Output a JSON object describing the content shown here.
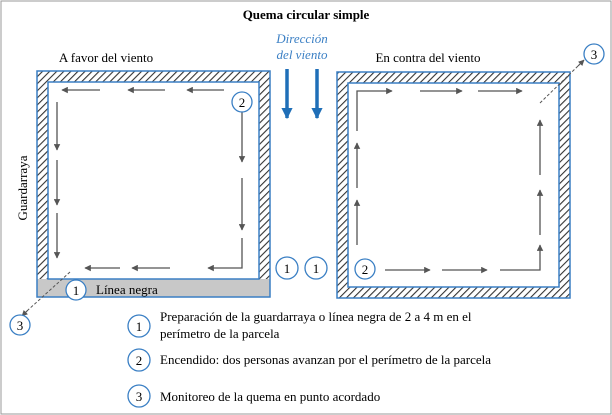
{
  "title": "Quema circular simple",
  "left_panel": {
    "caption": "A favor del viento",
    "side_label": "Guardarraya",
    "black_line_label": "Línea negra"
  },
  "right_panel": {
    "caption": "En contra del viento"
  },
  "wind": {
    "line1": "Dirección",
    "line2": "del viento"
  },
  "markers": {
    "one": "1",
    "two": "2",
    "three": "3"
  },
  "legend": {
    "item1_line1": "Preparación de la guardarraya o línea negra de 2 a 4 m en el",
    "item1_line2": "perímetro de la parcela",
    "item2": "Encendido: dos personas avanzan por el perímetro de la parcela",
    "item3": "Monitoreo de la quema en punto acordado"
  },
  "colors": {
    "frame": "#3a7fc4",
    "hatch": "#333333",
    "arrow": "#555555",
    "wind_text": "#3a7fc4",
    "wind_arrow": "#1f6fb8",
    "black_line": "#c8c8c8",
    "circle": "#3a7fc4"
  }
}
